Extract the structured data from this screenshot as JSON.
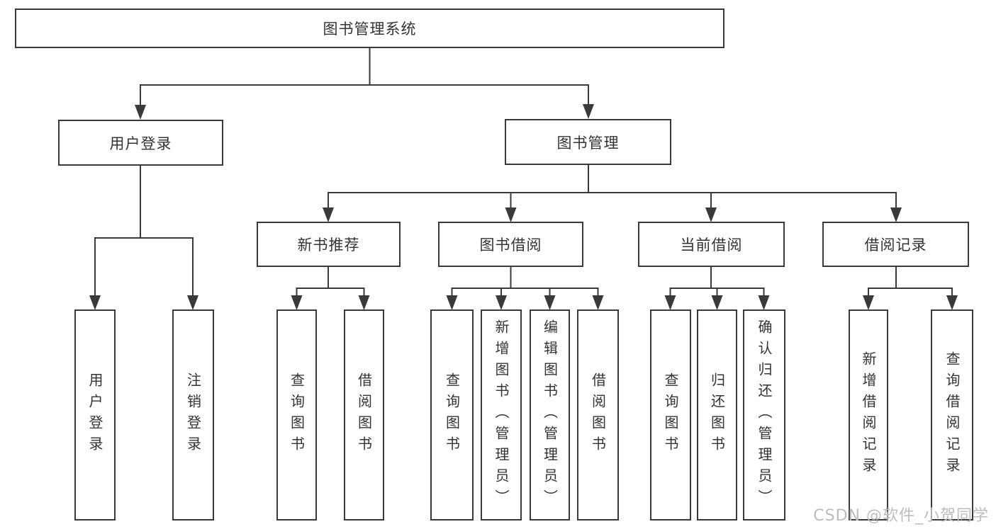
{
  "diagram_title": "图书管理系统",
  "tree": {
    "label": "图书管理系统",
    "children": [
      {
        "label": "用户登录",
        "children": [
          {
            "label": "用户登录"
          },
          {
            "label": "注销登录"
          }
        ]
      },
      {
        "label": "图书管理",
        "children": [
          {
            "label": "新书推荐",
            "children": [
              {
                "label": "查询图书"
              },
              {
                "label": "借阅图书"
              }
            ]
          },
          {
            "label": "图书借阅",
            "children": [
              {
                "label": "查询图书"
              },
              {
                "label": "新增图书（管理员）"
              },
              {
                "label": "编辑图书（管理员）"
              },
              {
                "label": "借阅图书"
              }
            ]
          },
          {
            "label": "当前借阅",
            "children": [
              {
                "label": "查询图书"
              },
              {
                "label": "归还图书"
              },
              {
                "label": "确认归还（管理员）"
              }
            ]
          },
          {
            "label": "借阅记录",
            "children": [
              {
                "label": "新增借阅记录"
              },
              {
                "label": "查询借阅记录"
              }
            ]
          }
        ]
      }
    ]
  },
  "watermark": "CSDN @软件_小贺同学",
  "colors": {
    "line": "#3a3a3a",
    "box_border": "#3a3a3a",
    "text": "#333333",
    "background": "#ffffff",
    "watermark": "#bcbcbc"
  }
}
